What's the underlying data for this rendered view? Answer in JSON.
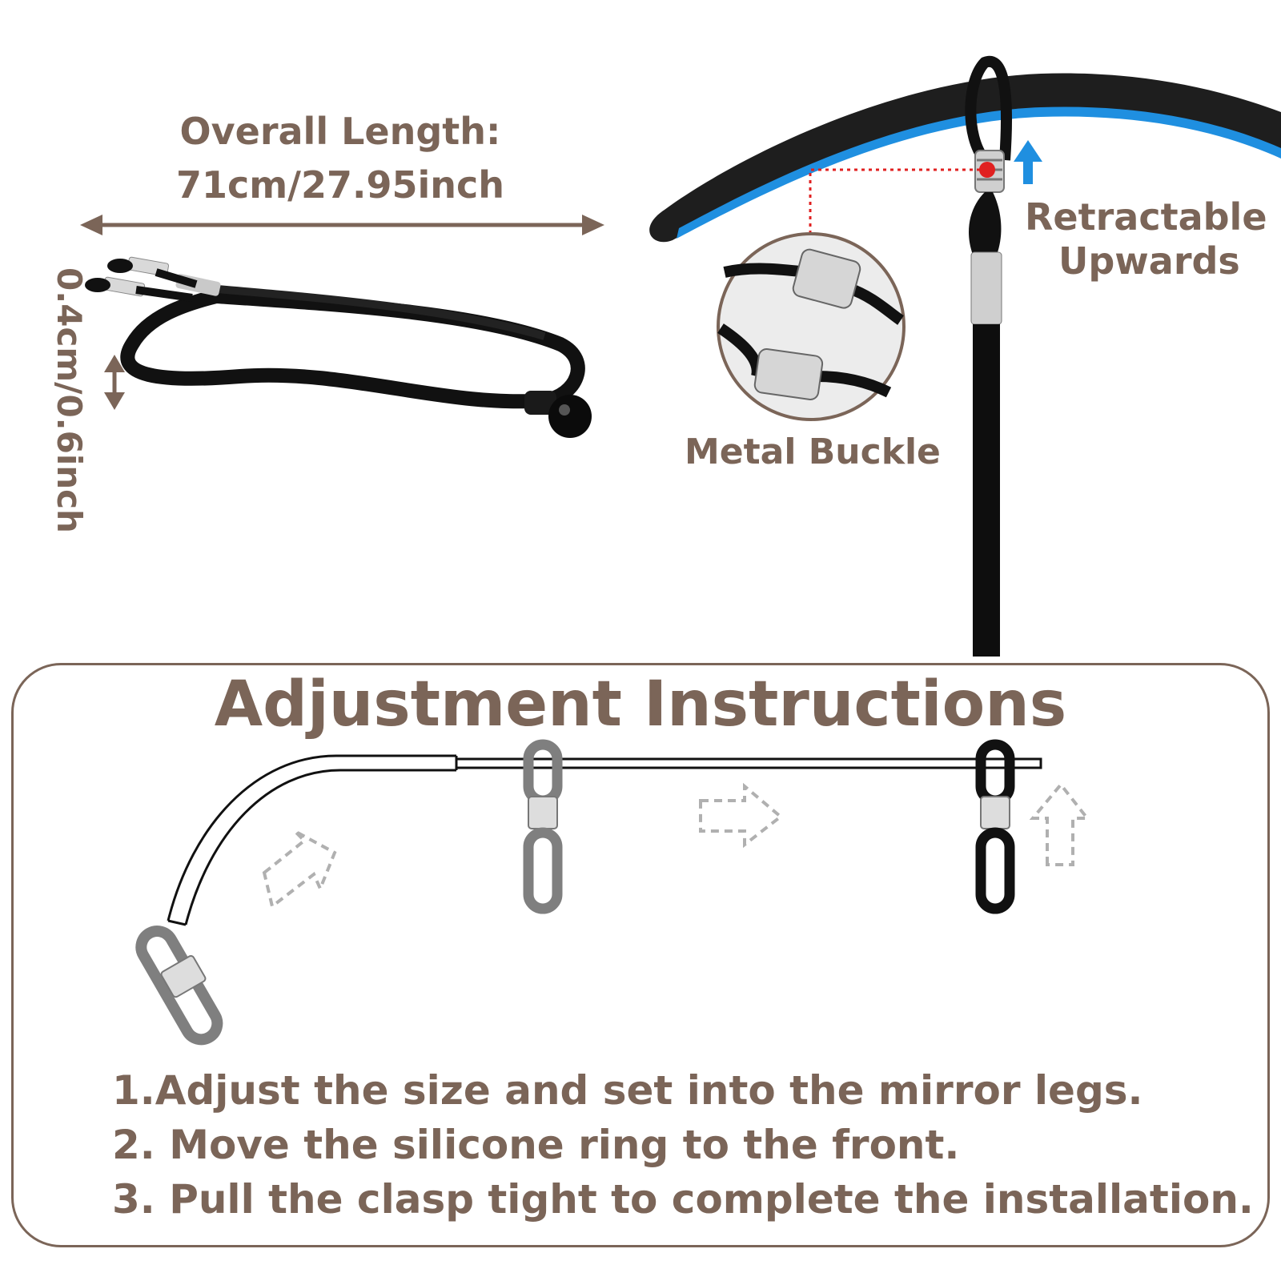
{
  "dimensions": {
    "length_title": "Overall Length:",
    "length_value": "71cm/27.95inch",
    "width_value": "0.4cm/0.6inch"
  },
  "callouts": {
    "retractable_line1": "Retractable",
    "retractable_line2": "Upwards",
    "buckle": "Metal Buckle"
  },
  "instructions": {
    "title": "Adjustment Instructions",
    "steps": [
      "1.Adjust the size and set into the mirror legs.",
      "2. Move the silicone ring to the front.",
      "3. Pull the clasp tight to complete the installation."
    ]
  },
  "colors": {
    "text": "#7b6558",
    "accent_blue": "#1f8fe0",
    "marker_red": "#e02020"
  }
}
